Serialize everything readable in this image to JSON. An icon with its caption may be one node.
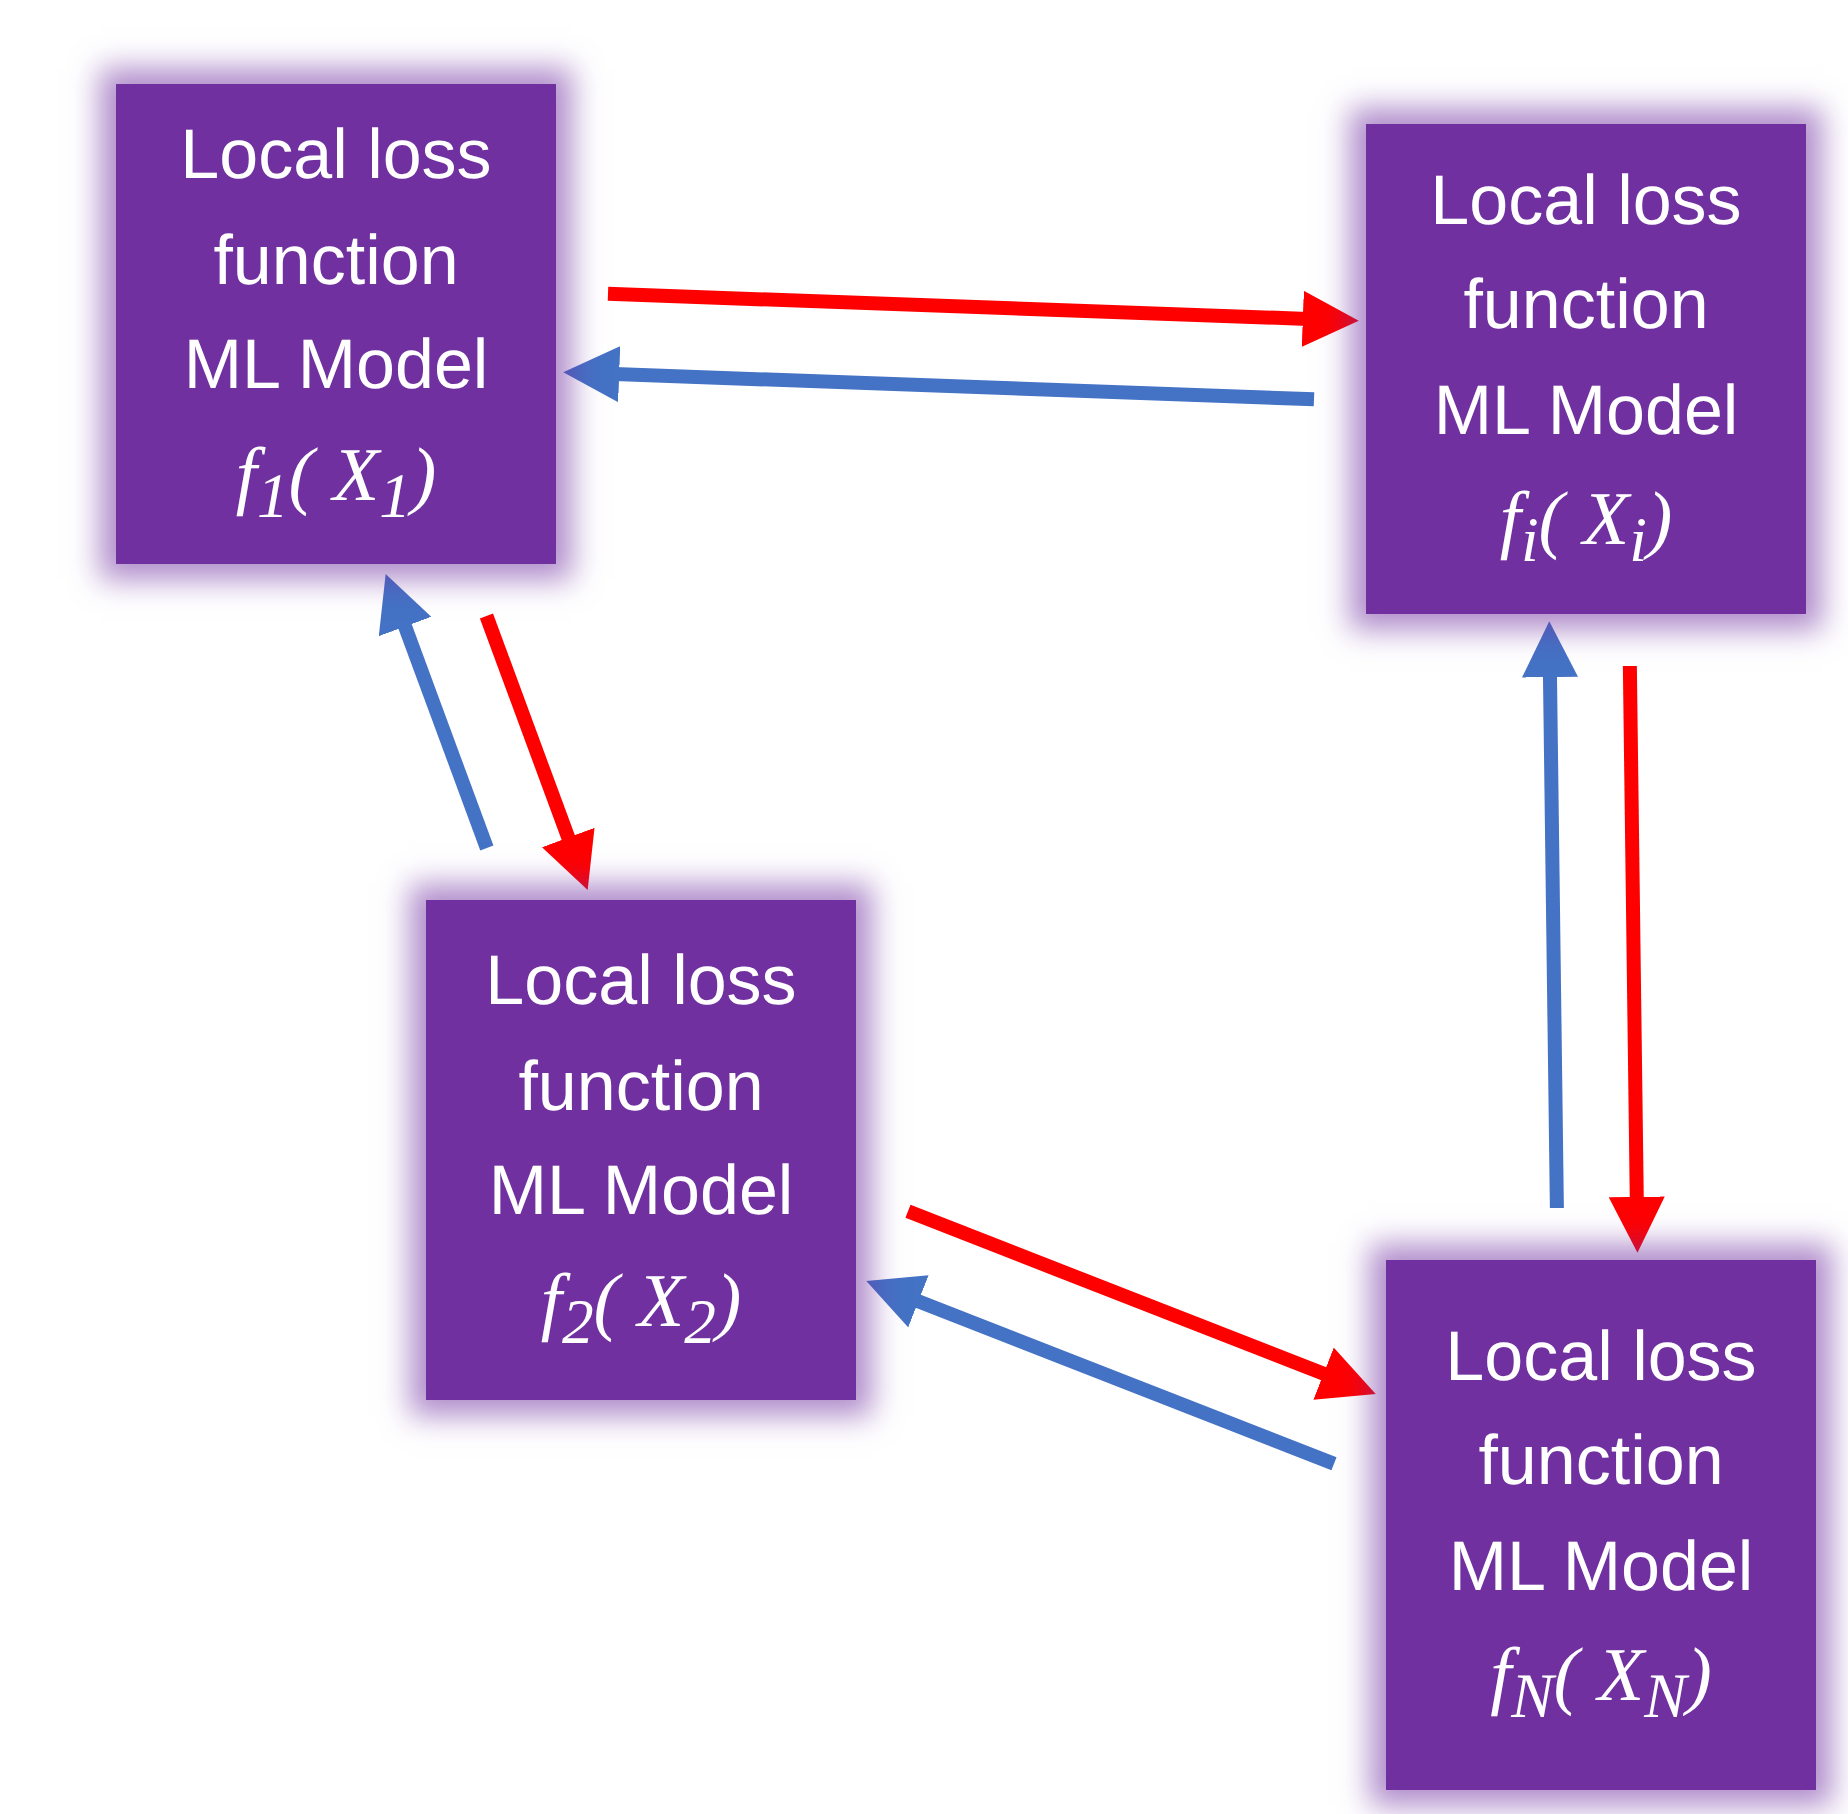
{
  "diagram": {
    "nodes": [
      {
        "text": [
          "Local loss function",
          "ML Model",
          "f$_{1}$( X$_{1}$)"
        ]
      },
      {
        "text": [
          "Local loss function",
          "ML Model",
          "f$_{i}$( X$_{i}$)"
        ]
      },
      {
        "text": [
          "Local loss function",
          "ML Model",
          "f$_{2}$( X$_{2}$)"
        ]
      },
      {
        "text": [
          "Local loss function",
          "ML Model",
          "f$_{N}$( X$_{N}$)"
        ]
      }
    ],
    "edges": [
      {
        "from": 0,
        "to": 1,
        "arrow": "to",
        "color": "#ff0000"
      },
      {
        "from": 1,
        "to": 0,
        "arrow": "to",
        "color": "#4472c4"
      },
      {
        "from": 0,
        "to": 2,
        "arrow": "to",
        "color": "#ff0000"
      },
      {
        "from": 2,
        "to": 0,
        "arrow": "to",
        "color": "#4472c4"
      },
      {
        "from": 1,
        "to": 3,
        "arrow": "to",
        "color": "#ff0000"
      },
      {
        "from": 3,
        "to": 1,
        "arrow": "to",
        "color": "#4472c4"
      },
      {
        "from": 2,
        "to": 3,
        "arrow": "to",
        "color": "#ff0000"
      },
      {
        "from": 3,
        "to": 2,
        "arrow": "to",
        "color": "#4472c4"
      }
    ]
  }
}
